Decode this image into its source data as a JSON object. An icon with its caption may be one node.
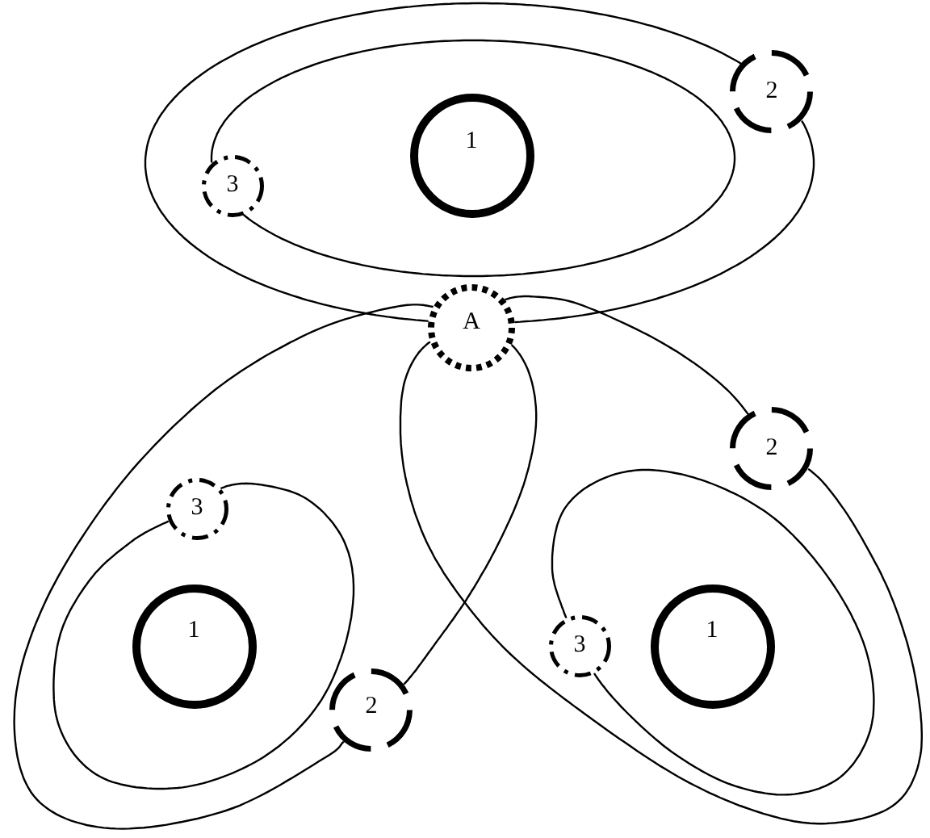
{
  "diagram": {
    "nodes": [
      {
        "text": [
          "2"
        ]
      },
      {
        "text": [
          "1"
        ]
      },
      {
        "text": [
          "3"
        ]
      },
      {
        "text": [
          "A"
        ]
      },
      {
        "text": [
          "2"
        ]
      },
      {
        "text": [
          "3"
        ]
      },
      {
        "text": [
          "1"
        ]
      },
      {
        "text": [
          "3"
        ]
      },
      {
        "text": [
          "1"
        ]
      },
      {
        "text": [
          "2"
        ]
      }
    ],
    "edges": [
      {
        "from": 3,
        "to": 0,
        "arrow": "none"
      },
      {
        "from": 0,
        "to": 3,
        "arrow": "none"
      },
      {
        "from": 2,
        "to": 2,
        "arrow": "none"
      },
      {
        "from": 3,
        "to": 4,
        "arrow": "none"
      },
      {
        "from": 4,
        "to": 3,
        "arrow": "none"
      },
      {
        "from": 3,
        "to": 9,
        "arrow": "none"
      },
      {
        "from": 9,
        "to": 3,
        "arrow": "none"
      },
      {
        "from": 5,
        "to": 5,
        "arrow": "none"
      },
      {
        "from": 7,
        "to": 7,
        "arrow": "none"
      }
    ]
  }
}
